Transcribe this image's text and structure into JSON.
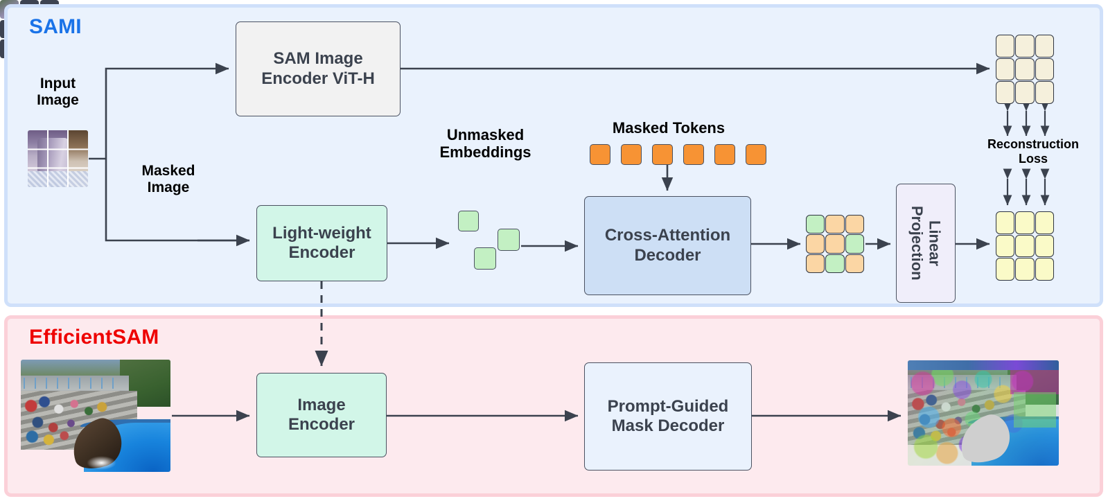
{
  "panels": {
    "sami": {
      "title": "SAMI",
      "color": "#1a73e8",
      "bg": "#eaf2fd",
      "border": "#cfe0fa"
    },
    "efficientsam": {
      "title": "EfficientSAM",
      "color": "#ee0000",
      "bg": "#fdeaee",
      "border": "#fbd0d8"
    }
  },
  "sami": {
    "input_image_label": "Input\nImage",
    "masked_image_label": "Masked\nImage",
    "unmasked_embeddings_label": "Unmasked\nEmbeddings",
    "masked_tokens_label": "Masked Tokens",
    "reconstruction_loss_label": "Reconstruction\nLoss",
    "boxes": {
      "sam_image_encoder": {
        "line1": "SAM Image",
        "line2": "Encoder ViT-H",
        "fill": "#f2f2f2"
      },
      "light_weight_encoder": {
        "line1": "Light-weight",
        "line2": "Encoder",
        "fill": "#d2f6e8"
      },
      "cross_attention_decoder": {
        "line1": "Cross-Attention",
        "line2": "Decoder",
        "fill": "#cddff5"
      },
      "linear_projection": {
        "line1": "Linear",
        "line2": "Projection",
        "fill": "#f0eefa"
      }
    },
    "masked_tokens_count": 6,
    "masked_token_color": "#f79334",
    "unmasked_embedding_count": 3,
    "unmasked_embedding_color": "#c3f0c3",
    "masked_image_patches": [
      "visible",
      "masked",
      "masked",
      "masked",
      "masked",
      "visible",
      "masked",
      "visible",
      "masked"
    ],
    "decoder_output_grid": [
      "green",
      "orange",
      "orange",
      "orange",
      "orange",
      "green",
      "orange",
      "green",
      "orange"
    ],
    "reconstruction_target_grid_color": "#f5f0dc",
    "prediction_grid_color": "#fafac8"
  },
  "efficientsam": {
    "boxes": {
      "image_encoder": {
        "line1": "Image",
        "line2": "Encoder",
        "fill": "#d2f6e8"
      },
      "prompt_guided_mask_decoder": {
        "line1": "Prompt-Guided",
        "line2": "Mask Decoder",
        "fill": "#eaf2fd"
      }
    },
    "input_photo_alt": "sea-lion-jumping-pool-bleachers-photo",
    "output_photo_alt": "segmented-sea-lion-scene-photo"
  },
  "icons": {
    "arrow": "arrow-right-icon",
    "dashed_arrow": "dashed-arrow-down-icon",
    "double_arrow": "double-headed-arrow-icon"
  }
}
